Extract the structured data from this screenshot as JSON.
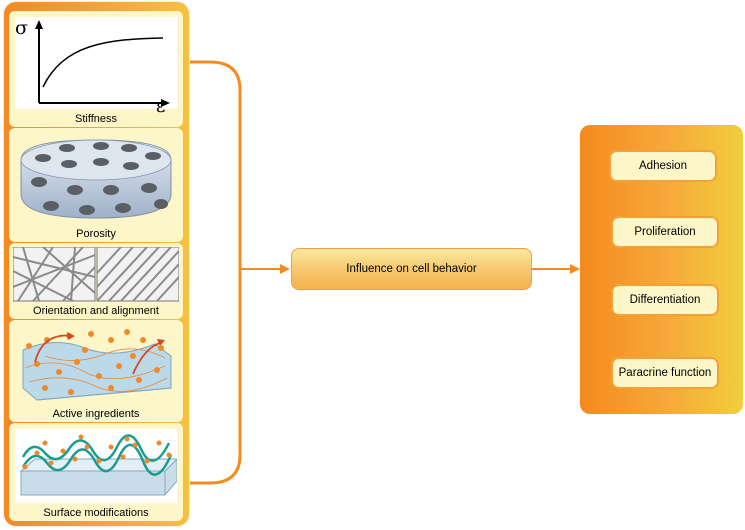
{
  "properties": [
    {
      "label": "Stiffness"
    },
    {
      "label": "Porosity"
    },
    {
      "label": "Orientation and alignment"
    },
    {
      "label": "Active ingredients"
    },
    {
      "label": "Surface modifications"
    }
  ],
  "graph": {
    "y_symbol": "σ",
    "x_symbol": "ε"
  },
  "center": {
    "label": "Influence on cell behavior"
  },
  "outcomes": [
    {
      "label": "Adhesion"
    },
    {
      "label": "Proliferation"
    },
    {
      "label": "Differentiation"
    },
    {
      "label": "Paracrine function"
    }
  ],
  "colors": {
    "orange": "#f58a1f",
    "cream": "#fdf6c8",
    "connector": "#f58a1f"
  }
}
